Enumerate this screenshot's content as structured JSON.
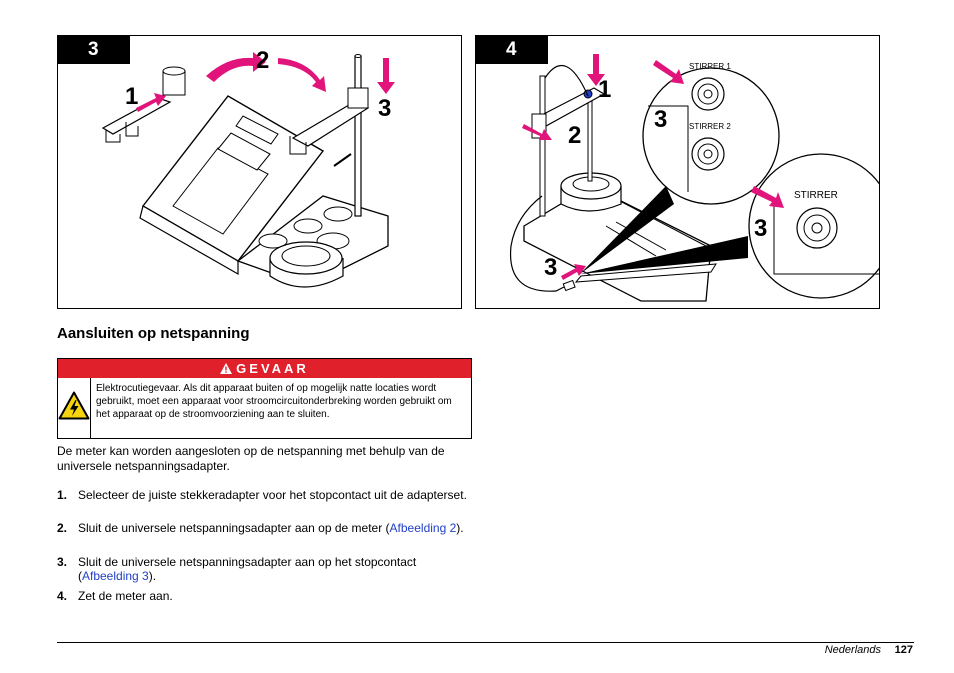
{
  "figure_3": {
    "number": "3",
    "callouts": [
      "1",
      "2",
      "3"
    ]
  },
  "figure_4": {
    "number": "4",
    "callouts": [
      "1",
      "2",
      "3",
      "3",
      "3"
    ],
    "port_labels": {
      "stirrer_1": "STIRRER 1",
      "stirrer_2": "STIRRER 2",
      "stirrer": "STIRRER"
    }
  },
  "section": {
    "title": "Aansluiten op netspanning"
  },
  "danger": {
    "label": "GEVAAR",
    "text": "Elektrocutiegevaar. Als dit apparaat buiten of op mogelijk natte locaties wordt gebruikt, moet een apparaat voor stroomcircuitonderbreking worden gebruikt om het apparaat op de stroomvoorziening aan te sluiten."
  },
  "intro": "De meter kan worden aangesloten op de netspanning met behulp van de universele netspanningsadapter.",
  "steps": [
    {
      "num": "1.",
      "text": "Selecteer de juiste stekkeradapter voor het stopcontact uit de adapterset."
    },
    {
      "num": "2.",
      "text_before": "Sluit de universele netspanningsadapter aan op de meter (",
      "link": "Afbeelding 2",
      "text_after": ")."
    },
    {
      "num": "3.",
      "text_before": "Sluit de universele netspanningsadapter aan op het stopcontact (",
      "link": "Afbeelding 3",
      "text_after": ")."
    },
    {
      "num": "4.",
      "text": "Zet de meter aan."
    }
  ],
  "footer": {
    "language": "Nederlands",
    "page": "127"
  },
  "colors": {
    "danger_red": "#e0202a",
    "arrow_magenta": "#e0147a",
    "link_blue": "#1f3fc8"
  }
}
